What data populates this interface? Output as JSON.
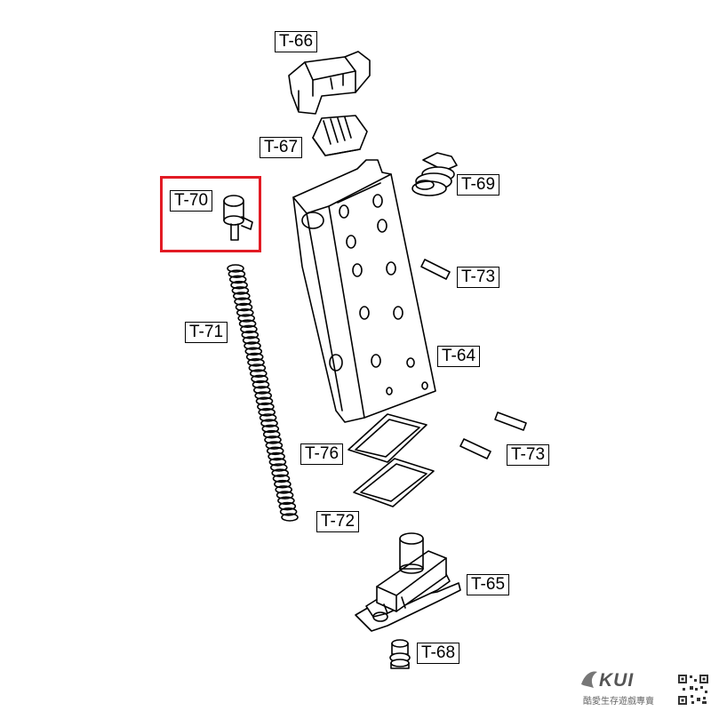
{
  "diagram": {
    "labels": [
      {
        "id": "T-66",
        "text": "T-66"
      },
      {
        "id": "T-67",
        "text": "T-67"
      },
      {
        "id": "T-69",
        "text": "T-69"
      },
      {
        "id": "T-70",
        "text": "T-70"
      },
      {
        "id": "T-73a",
        "text": "T-73"
      },
      {
        "id": "T-71",
        "text": "T-71"
      },
      {
        "id": "T-64",
        "text": "T-64"
      },
      {
        "id": "T-76",
        "text": "T-76"
      },
      {
        "id": "T-73b",
        "text": "T-73"
      },
      {
        "id": "T-72",
        "text": "T-72"
      },
      {
        "id": "T-65",
        "text": "T-65"
      },
      {
        "id": "T-68",
        "text": "T-68"
      }
    ],
    "highlight_color": "#e21b24"
  },
  "brand": {
    "name": "KUI",
    "tagline": "酷愛生存遊戲專賣"
  }
}
